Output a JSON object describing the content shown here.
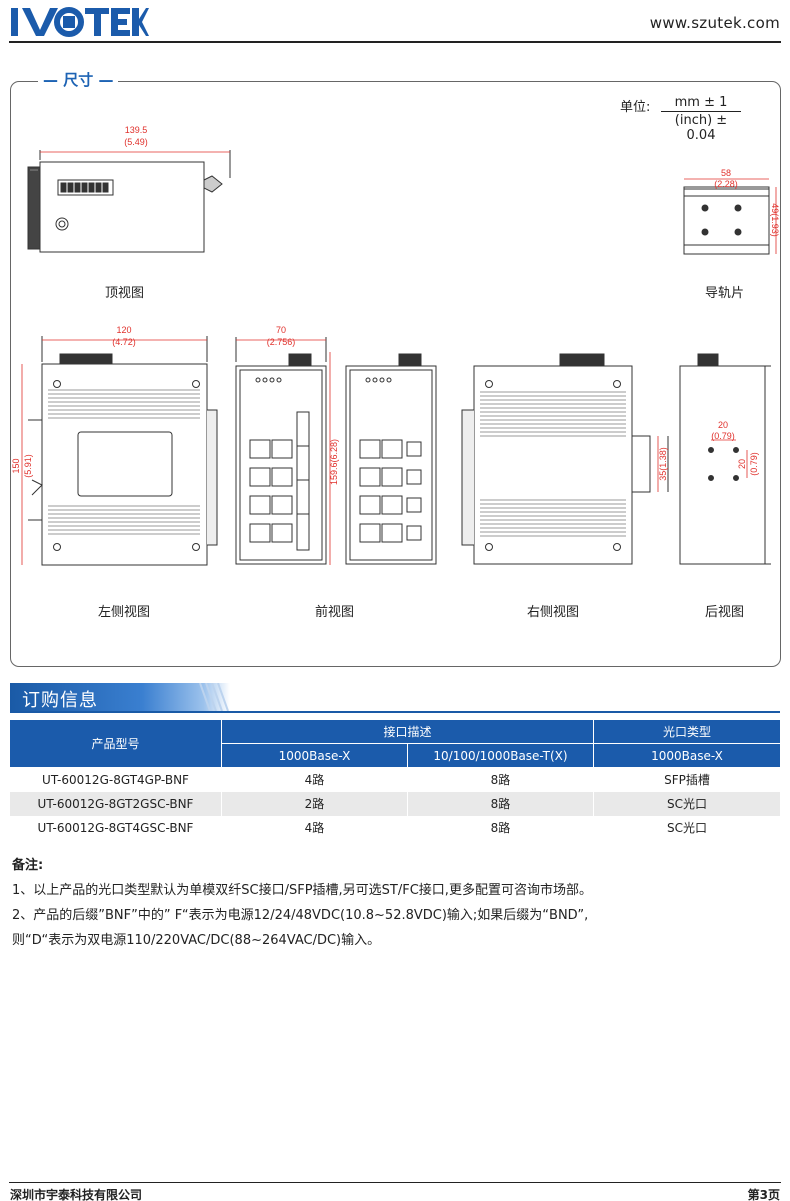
{
  "header": {
    "logo": "UTEK",
    "website": "www.szutek.com"
  },
  "dimensions": {
    "title": "尺寸",
    "unit_label": "单位:",
    "unit_num": "mm ± 1",
    "unit_den": "(inch) ± 0.04",
    "top_view": {
      "caption": "顶视图",
      "w_mm": "139.5",
      "w_in": "(5.49)"
    },
    "rail": {
      "caption": "导轨片",
      "w_mm": "58",
      "w_in": "(2.28)",
      "h": "49(1.93)"
    },
    "left_view": {
      "caption": "左侧视图",
      "w_mm": "120",
      "w_in": "(4.72)",
      "h_mm": "150",
      "h_in": "(5.91)"
    },
    "front_view": {
      "caption": "前视图",
      "w_mm": "70",
      "w_in": "(2.756)",
      "h": "159.6(6.28)"
    },
    "right_view": {
      "caption": "右侧视图",
      "h": "35(1.38)"
    },
    "back_view": {
      "caption": "后视图",
      "w_mm": "20",
      "w_in": "(0.79)",
      "h_mm": "20",
      "h_in": "(0.79)"
    }
  },
  "ordering": {
    "title": "订购信息",
    "headers": {
      "model": "产品型号",
      "interface": "接口描述",
      "optical": "光口类型",
      "col_1000x": "1000Base-X",
      "col_baset": "10/100/1000Base-T(X)",
      "col_opt": "1000Base-X"
    },
    "rows": [
      {
        "model": "UT-60012G-8GT4GP-BNF",
        "x": "4路",
        "t": "8路",
        "opt": "SFP插槽"
      },
      {
        "model": "UT-60012G-8GT2GSC-BNF",
        "x": "2路",
        "t": "8路",
        "opt": "SC光口"
      },
      {
        "model": "UT-60012G-8GT4GSC-BNF",
        "x": "4路",
        "t": "8路",
        "opt": "SC光口"
      }
    ]
  },
  "notes": {
    "title": "备注:",
    "line1": "1、以上产品的光口类型默认为单模双纤SC接口/SFP插槽,另可选ST/FC接口,更多配置可咨询市场部。",
    "line2": "2、产品的后缀”BNF”中的” F“表示为电源12/24/48VDC(10.8~52.8VDC)输入;如果后缀为“BND”,",
    "line3": "则“D“表示为双电源110/220VAC/DC(88~264VAC/DC)输入。"
  },
  "footer": {
    "company": "深圳市宇泰科技有限公司",
    "page": "第3页"
  }
}
